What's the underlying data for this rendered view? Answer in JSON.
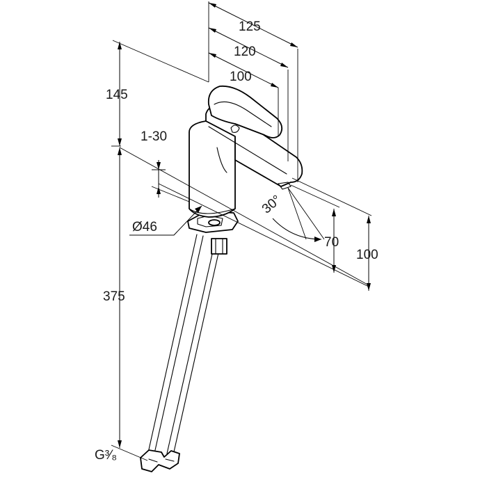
{
  "dimensions": {
    "width_125": "125",
    "width_120": "120",
    "width_100": "100",
    "height_145": "145",
    "range_1_30": "1-30",
    "diameter_46": "Ø46",
    "angle_30": "30°",
    "height_70": "70",
    "height_100": "100",
    "height_375": "375",
    "thread_g38": "G³⁄₈"
  },
  "colors": {
    "line": "#000000",
    "text": "#1a1a1a",
    "background": "#ffffff"
  }
}
